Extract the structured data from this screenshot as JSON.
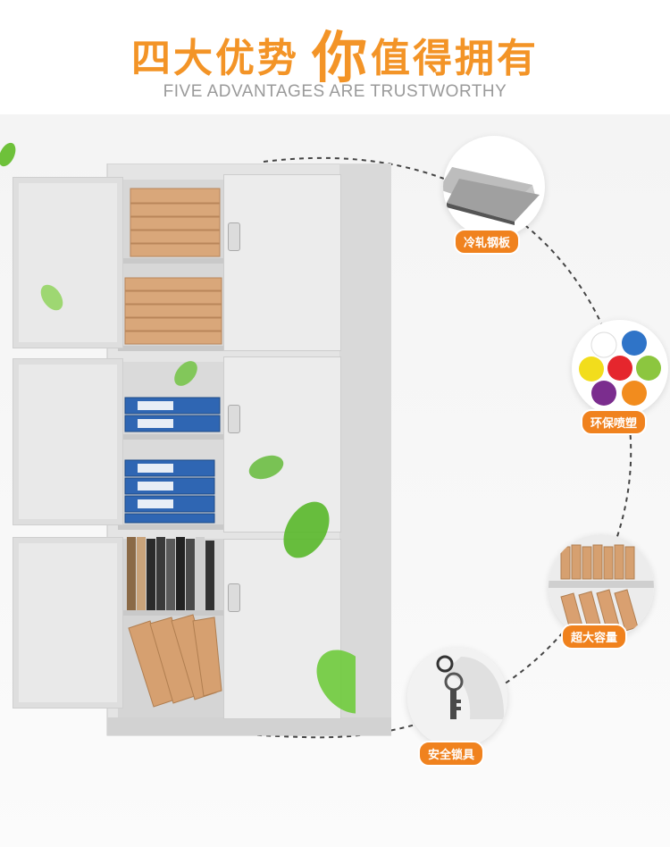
{
  "header": {
    "title_part1": "四大优势",
    "title_highlight": "你",
    "title_part2": "值得拥有",
    "subtitle": "FIVE ADVANTAGES ARE TRUSTWORTHY"
  },
  "features": [
    {
      "label": "冷轧钢板",
      "icon": "steel-plate-icon"
    },
    {
      "label": "环保喷塑",
      "icon": "color-powder-icon"
    },
    {
      "label": "超大容量",
      "icon": "books-capacity-icon"
    },
    {
      "label": "安全锁具",
      "icon": "lock-key-icon"
    }
  ],
  "colors": {
    "accent": "#f39427",
    "label_bg": "#f0821e",
    "subtitle": "#9a9a9a",
    "powder": [
      "#ffffff",
      "#2f74c8",
      "#f2dd1c",
      "#e5262d",
      "#8cc63f",
      "#7b2d8e",
      "#f28c1e"
    ]
  }
}
